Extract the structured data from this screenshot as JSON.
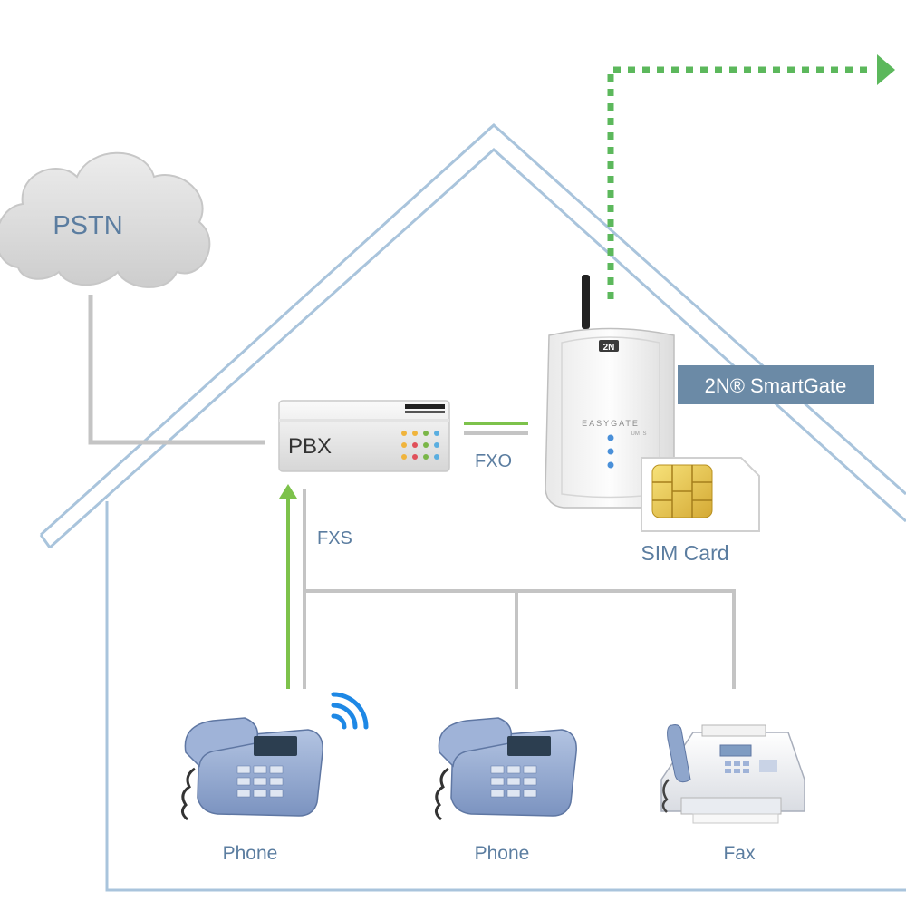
{
  "labels": {
    "pstn": "PSTN",
    "pbx": "PBX",
    "fxo": "FXO",
    "fxs": "FXS",
    "smartgate": "2N® SmartGate",
    "sim_card": "SIM Card",
    "phone_1": "Phone",
    "phone_2": "Phone",
    "fax": "Fax",
    "device_brand": "2N",
    "device_model": "EASYGATE",
    "device_submodel": "UMTS"
  },
  "colors": {
    "house_outline": "#a9c4dc",
    "wire_gray": "#c4c4c4",
    "green_link": "#7dc24b",
    "green_dotted": "#5cb85c",
    "label_text": "#5b7da0",
    "smartgate_badge": "#6b8aa6",
    "cloud": "#d4d4d4",
    "phone_body": "#8fa6cc",
    "wifi_blue": "#1e88e5"
  }
}
